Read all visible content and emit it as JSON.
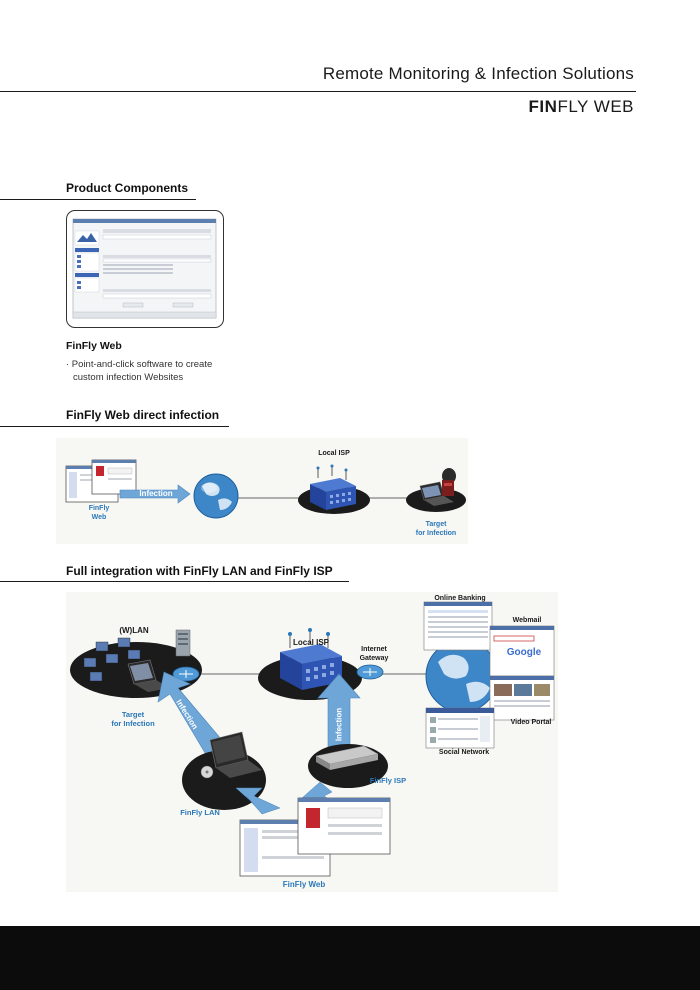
{
  "header": {
    "title": "Remote Monitoring & Infection Solutions",
    "product_bold": "FIN",
    "product_rest": "FLY WEB"
  },
  "sections": {
    "components": "Product Components",
    "direct": "FinFly Web direct infection",
    "integration": "Full integration with FinFly LAN and FinFly ISP"
  },
  "component": {
    "name": "FinFly Web",
    "desc_line1": "· Point-and-click software to create",
    "desc_line2": "custom infection Websites"
  },
  "direct_diagram": {
    "finfly_web": "FinFly\nWeb",
    "infection_arrow": "Infection",
    "local_isp": "Local ISP",
    "target": "Target\nfor Infection"
  },
  "integration_diagram": {
    "wlan": "(W)LAN",
    "local_isp": "Local ISP",
    "internet_gateway": "Internet\nGateway",
    "online_banking": "Online Banking",
    "webmail": "Webmail",
    "video_portal": "Video Portal",
    "social_network": "Social Network",
    "target": "Target\nfor Infection",
    "infection_left": "Infection",
    "infection_right": "Infection",
    "finfly_isp": "FinFly ISP",
    "finfly_lan": "FinFly LAN",
    "finfly_web": "FinFly Web",
    "google": "Google"
  },
  "colors": {
    "accent_blue": "#2a78b8",
    "arrow_blue": "#6ea6d8",
    "footer": "#0c0c0c"
  }
}
